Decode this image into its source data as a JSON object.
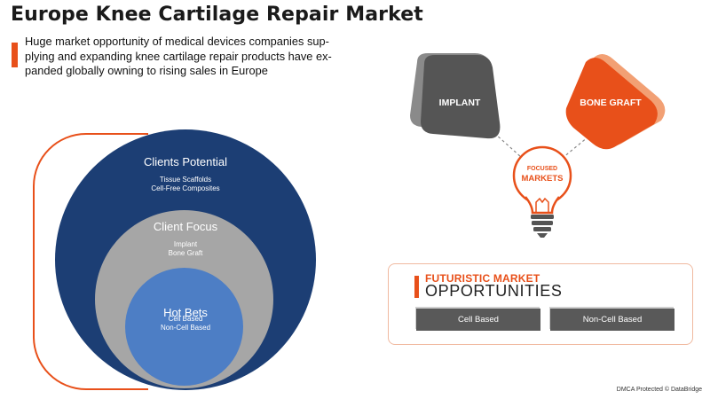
{
  "title": "Europe Knee Cartilage Repair Market",
  "subtitle": {
    "line1": "Huge market opportunity of medical devices companies sup-",
    "line2": "plying and expanding knee cartilage repair products have ex-",
    "line3": "panded globally owning to rising sales in Europe"
  },
  "circles": {
    "outer": {
      "title": "Clients Potential",
      "line1": "Tissue Scaffolds",
      "line2": "Cell-Free Composites"
    },
    "middle": {
      "title": "Client Focus",
      "line1": "Implant",
      "line2": "Bone Graft"
    },
    "inner": {
      "title": "Hot Bets",
      "line1": "Cell Based",
      "line2": "Non-Cell Based"
    }
  },
  "focused": {
    "left_label": "IMPLANT",
    "right_label": "BONE GRAFT",
    "bulb_line1": "FOCUSED",
    "bulb_line2": "MARKETS"
  },
  "futuristic": {
    "title_line1": "FUTURISTIC MARKET",
    "title_line2": "OPPORTUNITIES",
    "buttons": [
      "Cell Based",
      "Non-Cell Based"
    ]
  },
  "footer": "DMCA Protected © DataBridge",
  "colors": {
    "accent": "#e8501a",
    "dark_blue": "#1c3e74",
    "grey": "#a6a6a6",
    "light_blue": "#4d7ec5",
    "dark_grey": "#595959"
  }
}
